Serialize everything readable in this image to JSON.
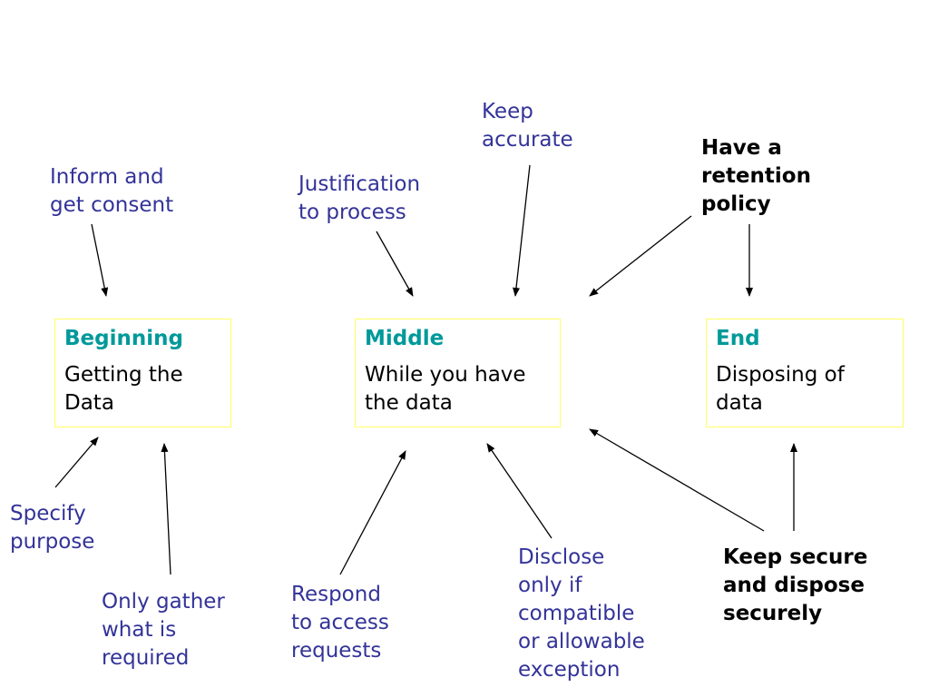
{
  "stages": {
    "beginning": {
      "title": "Beginning",
      "body": "Getting the\nData"
    },
    "middle": {
      "title": "Middle",
      "body": "While you have\nthe data"
    },
    "end": {
      "title": "End",
      "body": "Disposing of\ndata"
    }
  },
  "labels": {
    "inform_consent": "Inform and\nget consent",
    "justification": "Justification\nto process",
    "keep_accurate": "Keep\naccurate",
    "retention_policy": "Have a\nretention\npolicy",
    "specify_purpose": "Specify\npurpose",
    "only_gather": "Only gather\nwhat is\nrequired",
    "respond_access": "Respond\nto access\nrequests",
    "disclose": "Disclose\nonly if\ncompatible\nor allowable\nexception",
    "keep_secure": "Keep secure\nand dispose\nsecurely"
  },
  "colors": {
    "label_text": "#333399",
    "bold_label_text": "#000000",
    "stage_title": "#009999",
    "box_border": "#ffff66",
    "arrow": "#000000"
  }
}
